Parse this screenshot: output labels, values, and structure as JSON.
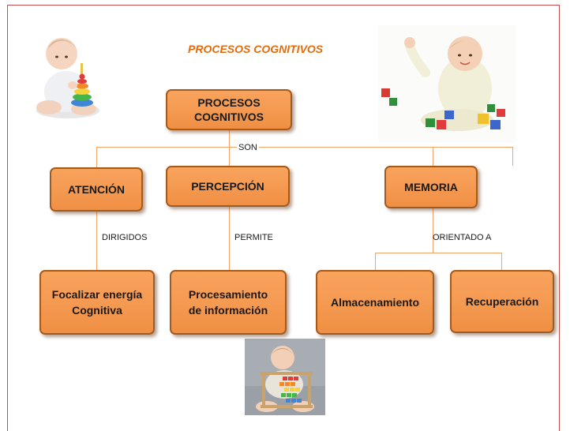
{
  "title": "PROCESOS COGNITIVOS",
  "nodes": {
    "root": [
      "PROCESOS",
      "COGNITIVOS"
    ],
    "atencion": "ATENCIÓN",
    "percepcion": "PERCEPCIÓN",
    "memoria": "MEMORIA",
    "focalizar": [
      "Focalizar energía",
      "Cognitiva"
    ],
    "procesamiento": [
      "Procesamiento",
      "de información"
    ],
    "almacenamiento": "Almacenamiento",
    "recuperacion": "Recuperación"
  },
  "connectors": {
    "son": "SON",
    "dirigidos": "DIRIGIDOS",
    "permite": "PERMITE",
    "orientado": "ORIENTADO A"
  },
  "colors": {
    "box_fill": "#f59a52",
    "box_border": "#a35a1b",
    "connector_line": "#f2a46a",
    "title": "#e36c0a",
    "frame_border": "#c0504d"
  },
  "images": {
    "baby_stacking_rings": "baby-with-stacking-rings-photo",
    "baby_with_blocks": "baby-with-blocks-photo",
    "baby_with_abacus": "baby-with-abacus-photo"
  }
}
